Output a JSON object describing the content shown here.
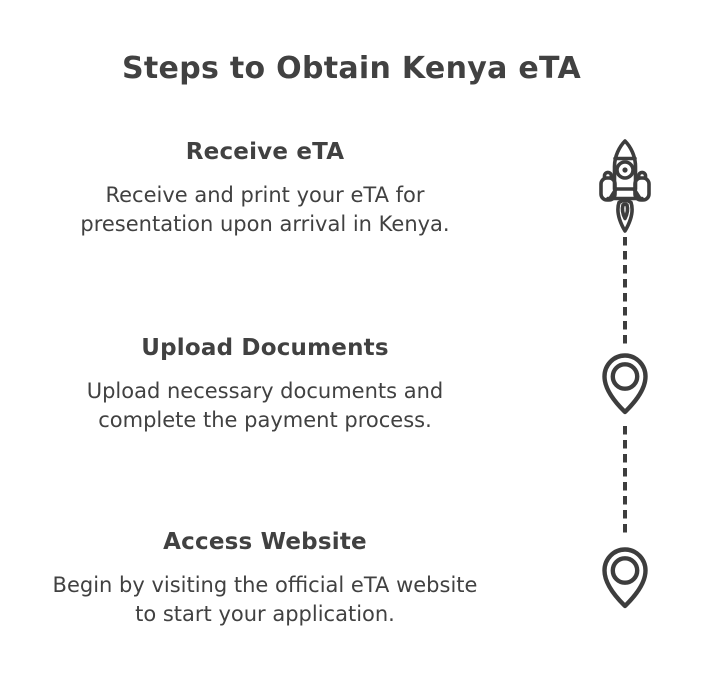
{
  "colors": {
    "background": "#ffffff",
    "text": "#414141",
    "icon_stroke": "#3d3d3d"
  },
  "title": "Steps to Obtain Kenya eTA",
  "steps": [
    {
      "heading": "Receive eTA",
      "description": "Receive and print your eTA for presentation upon arrival in Kenya.",
      "icon": "rocket-icon"
    },
    {
      "heading": "Upload Documents",
      "description": "Upload necessary documents and complete the payment process.",
      "icon": "location-pin-icon"
    },
    {
      "heading": "Access Website",
      "description": "Begin by visiting the official eTA website to start your application.",
      "icon": "location-pin-icon"
    }
  ]
}
